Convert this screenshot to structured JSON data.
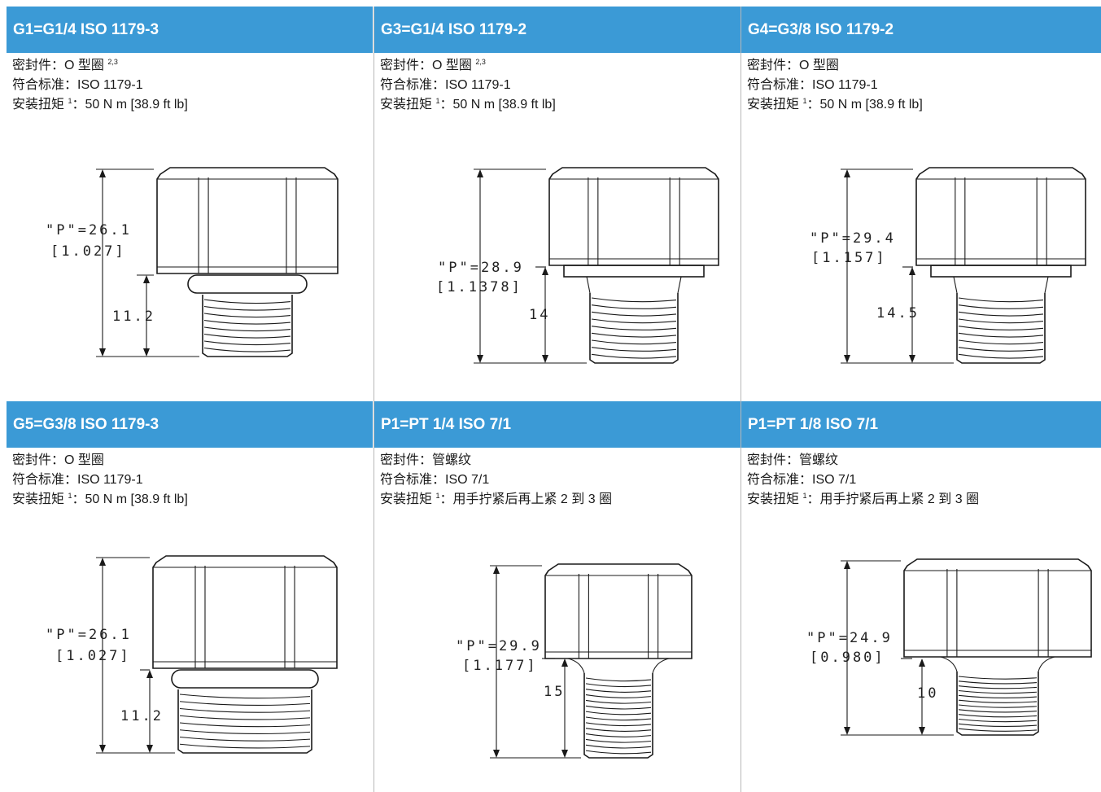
{
  "panels": [
    {
      "header": "G1=G1/4 ISO 1179-3",
      "seal_label": "密封件：O 型圈",
      "seal_note": "2,3",
      "standard": "符合标准：ISO 1179-1",
      "torque_label": "安装扭矩",
      "torque_note": "1",
      "torque_value": "：50 N m [38.9 ft lb]",
      "p_dim": "\"P\"=26.1",
      "p_dim_in": "[1.027]",
      "thread_dim": "11.2"
    },
    {
      "header": "G3=G1/4 ISO 1179-2",
      "seal_label": "密封件：O 型圈",
      "seal_note": "2,3",
      "standard": "符合标准：ISO 1179-1",
      "torque_label": "安装扭矩",
      "torque_note": "1",
      "torque_value": "：50 N m [38.9 ft lb]",
      "p_dim": "\"P\"=28.9",
      "p_dim_in": "[1.1378]",
      "thread_dim": "14"
    },
    {
      "header": "G4=G3/8 ISO 1179-2",
      "seal_label": "密封件：O 型圈",
      "seal_note": "",
      "standard": "符合标准：ISO 1179-1",
      "torque_label": "安装扭矩",
      "torque_note": "1",
      "torque_value": "：50 N m [38.9 ft lb]",
      "p_dim": "\"P\"=29.4",
      "p_dim_in": "[1.157]",
      "thread_dim": "14.5"
    },
    {
      "header": "G5=G3/8 ISO 1179-3",
      "seal_label": "密封件：O 型圈",
      "seal_note": "",
      "standard": "符合标准：ISO 1179-1",
      "torque_label": "安装扭矩",
      "torque_note": "1",
      "torque_value": "：50 N m [38.9 ft lb]",
      "p_dim": "\"P\"=26.1",
      "p_dim_in": "[1.027]",
      "thread_dim": "11.2"
    },
    {
      "header": "P1=PT 1/4 ISO 7/1",
      "seal_label": "密封件：管螺纹",
      "seal_note": "",
      "standard": "符合标准：ISO 7/1",
      "torque_label": "安装扭矩",
      "torque_note": "1",
      "torque_value": "：用手拧紧后再上紧 2 到 3 圈",
      "p_dim": "\"P\"=29.9",
      "p_dim_in": "[1.177]",
      "thread_dim": "15"
    },
    {
      "header": "P1=PT 1/8 ISO 7/1",
      "seal_label": "密封件：管螺纹",
      "seal_note": "",
      "standard": "符合标准：ISO 7/1",
      "torque_label": "安装扭矩",
      "torque_note": "1",
      "torque_value": "：用手拧紧后再上紧 2 到 3 圈",
      "p_dim": "\"P\"=24.9",
      "p_dim_in": "[0.980]",
      "thread_dim": "10"
    }
  ],
  "icons": {
    "fitting": "hex-fitting-drawing-icon"
  },
  "colors": {
    "header_bg": "#3b9ad6",
    "header_text": "#ffffff",
    "divider": "#b8b8b8"
  }
}
